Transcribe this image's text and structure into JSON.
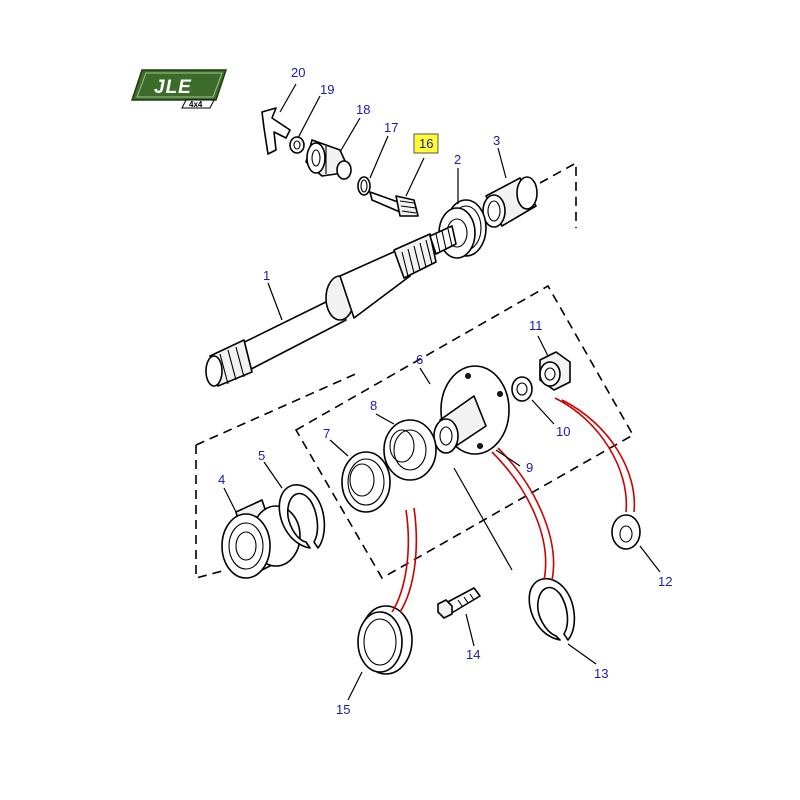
{
  "logo": {
    "brand": "JLE",
    "sub": "4x4",
    "color": "#3d6b2a"
  },
  "highlight_color": "#ffff33",
  "label_color": "#1a1aa8",
  "labels": {
    "p1": "1",
    "p2": "2",
    "p3": "3",
    "p4": "4",
    "p5": "5",
    "p6": "6",
    "p7": "7",
    "p8": "8",
    "p9": "9",
    "p10": "10",
    "p11": "11",
    "p12": "12",
    "p13": "13",
    "p14": "14",
    "p15": "15",
    "p16": "16",
    "p17": "17",
    "p18": "18",
    "p19": "19",
    "p20": "20"
  }
}
